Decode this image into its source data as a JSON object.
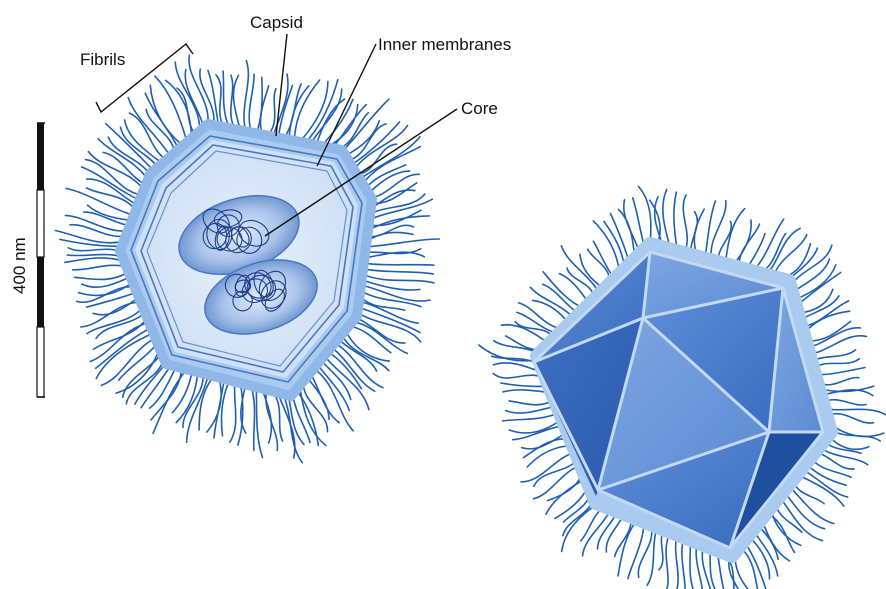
{
  "labels": {
    "capsid": "Capsid",
    "fibrils": "Fibrils",
    "inner_membranes": "Inner membranes",
    "core": "Core"
  },
  "scale_bar": {
    "label": "400 nm"
  },
  "colors": {
    "fibril": "#1f5fb0",
    "capsid_fill": "#a9cbef",
    "capsid_edge": "#7fafe2",
    "interior": "#d9e9f8",
    "membrane": "#4a78c0",
    "core_fill": "#6f98d4",
    "core_thread": "#1f3f8a",
    "facet_dark": "#2f62b4",
    "facet_mid": "#4b7fcc",
    "facet_light": "#6e9be0",
    "facet_edge": "#bcd5f3"
  }
}
